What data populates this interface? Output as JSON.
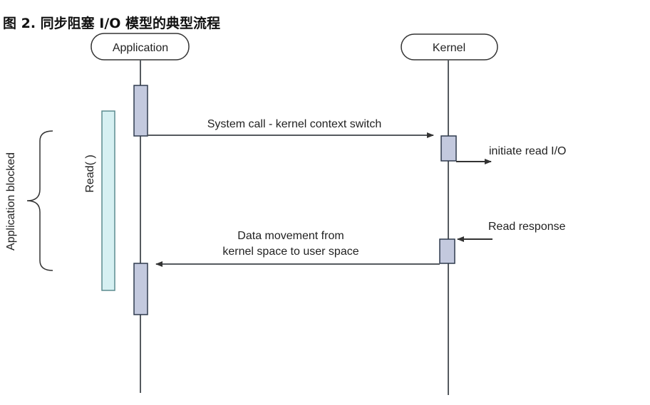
{
  "caption": "图 2. 同步阻塞 I/O 模型的典型流程",
  "participants": {
    "application": "Application",
    "kernel": "Kernel"
  },
  "messages": {
    "syscall": "System call - kernel context switch",
    "initiate": "initiate read I/O",
    "read_response": "Read response",
    "data_movement_line1": "Data movement from",
    "data_movement_line2": "kernel space to user space"
  },
  "read_label": "Read( )",
  "blocked_label": "Application blocked",
  "colors": {
    "activation_fill": "#c3c9de",
    "activation_stroke": "#2f3a4d",
    "read_bar_fill": "#d6f0f2",
    "read_bar_stroke": "#5c8c8f",
    "line": "#555a5f",
    "arrow": "#333333"
  }
}
